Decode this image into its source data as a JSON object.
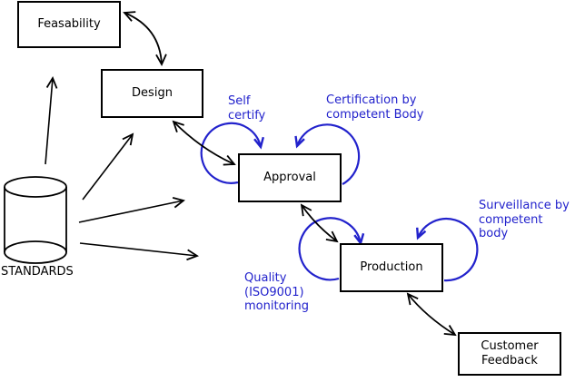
{
  "colors": {
    "line": "#000000",
    "annotation_blue": "#2222cc",
    "background": "#ffffff",
    "box_fill": "#ffffff"
  },
  "nodes": {
    "feasability": {
      "label": "Feasability"
    },
    "design": {
      "label": "Design"
    },
    "approval": {
      "label": "Approval"
    },
    "production": {
      "label": "Production"
    },
    "customer_feedback": {
      "label": "Customer\nFeedback"
    }
  },
  "datastore": {
    "label": "STANDARDS",
    "shape": "cylinder"
  },
  "annotations": {
    "self_certify": {
      "label": "Self\ncertify",
      "attached_to": "Approval"
    },
    "certification": {
      "label": "Certification by\ncompetent Body",
      "attached_to": "Approval"
    },
    "surveillance": {
      "label": "Surveillance by\ncompetent body",
      "attached_to": "Production"
    },
    "quality": {
      "label": "Quality\n(ISO9001)\nmonitoring",
      "attached_to": "Production"
    }
  },
  "edges": [
    {
      "from": "STANDARDS",
      "to": "Feasability",
      "direction": "one-way"
    },
    {
      "from": "STANDARDS",
      "to": "Design",
      "direction": "one-way"
    },
    {
      "from": "STANDARDS",
      "to": "Approval",
      "direction": "one-way"
    },
    {
      "from": "STANDARDS",
      "to": "Production",
      "direction": "one-way"
    },
    {
      "from": "Feasability",
      "to": "Design",
      "direction": "two-way"
    },
    {
      "from": "Design",
      "to": "Approval",
      "direction": "two-way"
    },
    {
      "from": "Approval",
      "to": "Production",
      "direction": "two-way"
    },
    {
      "from": "Production",
      "to": "Customer Feedback",
      "direction": "two-way"
    },
    {
      "on": "Approval",
      "type": "self-loop",
      "label": "Self certify"
    },
    {
      "on": "Approval",
      "type": "self-loop",
      "label": "Certification by competent Body"
    },
    {
      "on": "Production",
      "type": "self-loop",
      "label": "Quality (ISO9001) monitoring"
    },
    {
      "on": "Production",
      "type": "self-loop",
      "label": "Surveillance by competent body"
    }
  ]
}
